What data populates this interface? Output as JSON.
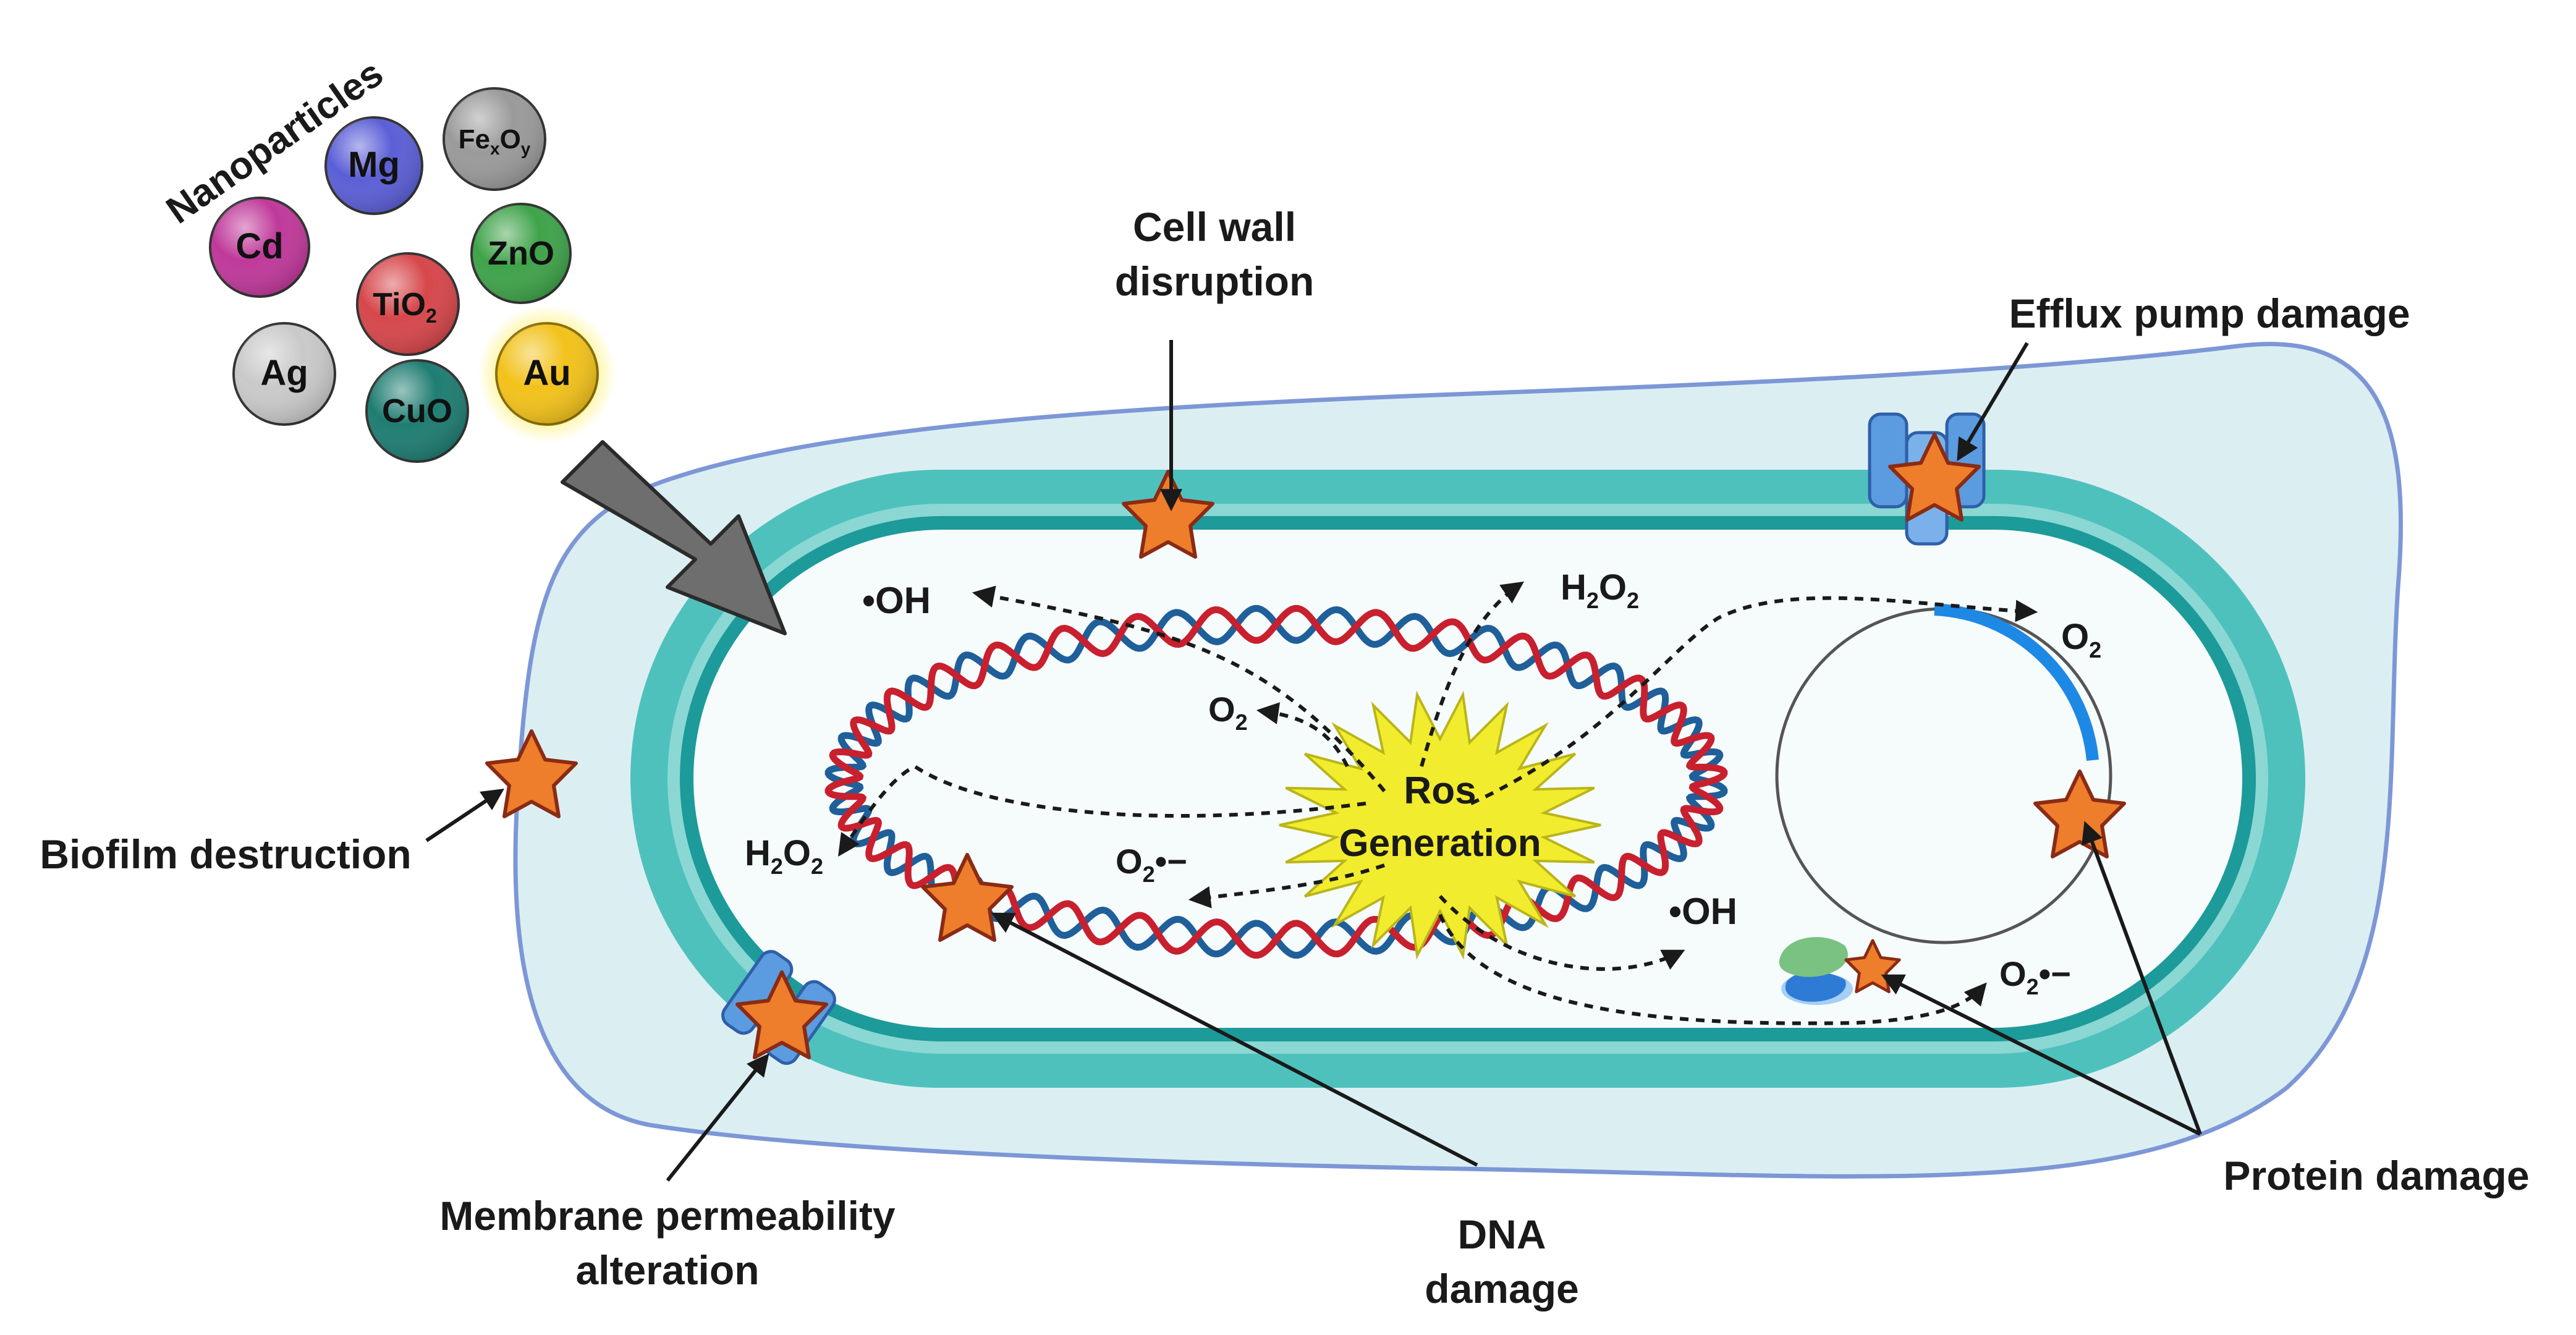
{
  "nanoparticles": {
    "title": "Nanoparticles",
    "items": [
      {
        "key": "mg",
        "main": "Mg",
        "sub": "",
        "sub2": "",
        "color": "#5b5fd6"
      },
      {
        "key": "fexoy",
        "main": "Fe",
        "sub": "x",
        "main2": "O",
        "sub2": "y",
        "color": "#9a9a9a"
      },
      {
        "key": "cd",
        "main": "Cd",
        "sub": "",
        "sub2": "",
        "color": "#c0399a"
      },
      {
        "key": "zno",
        "main": "ZnO",
        "sub": "",
        "sub2": "",
        "color": "#3fa34a"
      },
      {
        "key": "tio2",
        "main": "TiO",
        "sub": "2",
        "sub2": "",
        "color": "#d6474b"
      },
      {
        "key": "ag",
        "main": "Ag",
        "sub": "",
        "sub2": "",
        "color": "#c9c9c9"
      },
      {
        "key": "au",
        "main": "Au",
        "sub": "",
        "sub2": "",
        "color": "#f2c21b"
      },
      {
        "key": "cuo",
        "main": "CuO",
        "sub": "",
        "sub2": "",
        "color": "#1f7d72"
      }
    ]
  },
  "labels": {
    "cell_wall_1": "Cell wall",
    "cell_wall_2": "disruption",
    "efflux": "Efflux pump damage",
    "biofilm": "Biofilm destruction",
    "membrane_1": "Membrane permeability",
    "membrane_2": "alteration",
    "dna_1": "DNA",
    "dna_2": "damage",
    "protein": "Protein damage",
    "ros_1": "Ros",
    "ros_2": "Generation"
  },
  "species": {
    "oh": "•OH",
    "h": "H",
    "two": "2",
    "o": "O",
    "rad": "•−"
  },
  "colors": {
    "outer_capsule": "#dbeff3",
    "wall": "#4fc1bd",
    "membrane": "#1d9a9a",
    "cytoplasm": "#f6fbfc",
    "dna_red": "#c8202e",
    "dna_blue": "#1f5f9a",
    "star": "#ee7d2c",
    "star_stroke": "#8a2b14",
    "ros": "#f2ec2e",
    "plasmid_blue": "#1e88e5"
  }
}
